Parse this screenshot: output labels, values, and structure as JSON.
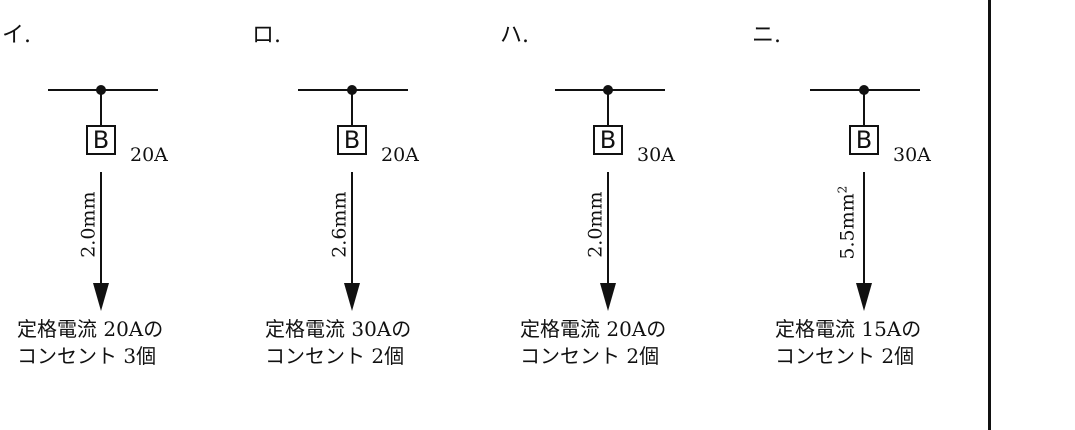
{
  "options": [
    {
      "label": "イ.",
      "breaker_symbol": "B",
      "breaker_rating": "20A",
      "wire": "2.0mm",
      "wire_sup": "",
      "caption_line1": "定格電流 20Aの",
      "caption_line2": "コンセント 3個"
    },
    {
      "label": "ロ.",
      "breaker_symbol": "B",
      "breaker_rating": "20A",
      "wire": "2.6mm",
      "wire_sup": "",
      "caption_line1": "定格電流 30Aの",
      "caption_line2": "コンセント 2個"
    },
    {
      "label": "ハ.",
      "breaker_symbol": "B",
      "breaker_rating": "30A",
      "wire": "2.0mm",
      "wire_sup": "",
      "caption_line1": "定格電流 20Aの",
      "caption_line2": "コンセント 2個"
    },
    {
      "label": "ニ.",
      "breaker_symbol": "B",
      "breaker_rating": "30A",
      "wire": "5.5mm",
      "wire_sup": "2",
      "caption_line1": "定格電流 15Aの",
      "caption_line2": "コンセント 2個"
    }
  ]
}
